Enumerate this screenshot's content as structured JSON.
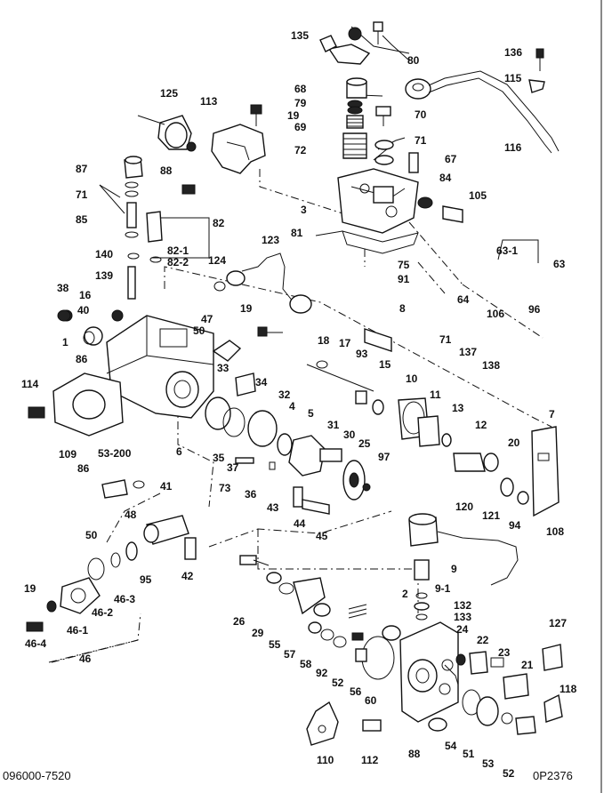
{
  "diagram": {
    "part_number": "096000-7520",
    "drawing_code": "0P2376"
  },
  "callouts": [
    "135",
    "80",
    "136",
    "115",
    "68",
    "125",
    "113",
    "79",
    "19",
    "70",
    "69",
    "71",
    "72",
    "116",
    "87",
    "88",
    "67",
    "71",
    "84",
    "105",
    "3",
    "85",
    "82",
    "81",
    "82-1",
    "82-2",
    "63-1",
    "63",
    "140",
    "123",
    "124",
    "75",
    "139",
    "91",
    "64",
    "96",
    "106",
    "38",
    "16",
    "19",
    "8",
    "40",
    "47",
    "50",
    "71",
    "137",
    "138",
    "1",
    "18",
    "17",
    "93",
    "15",
    "86",
    "114",
    "33",
    "34",
    "32",
    "10",
    "11",
    "13",
    "7",
    "4",
    "5",
    "31",
    "30",
    "25",
    "97",
    "12",
    "109",
    "6",
    "35",
    "37",
    "20",
    "53-200",
    "86",
    "73",
    "36",
    "120",
    "121",
    "94",
    "41",
    "43",
    "44",
    "45",
    "108",
    "48",
    "50",
    "95",
    "42",
    "9",
    "9-1",
    "19",
    "46-1",
    "46-2",
    "46-3",
    "26",
    "29",
    "55",
    "2",
    "132",
    "133",
    "127",
    "46-4",
    "46",
    "57",
    "58",
    "92",
    "52",
    "56",
    "60",
    "24",
    "22",
    "23",
    "21",
    "118",
    "54",
    "51",
    "53",
    "52",
    "110",
    "112",
    "88"
  ]
}
